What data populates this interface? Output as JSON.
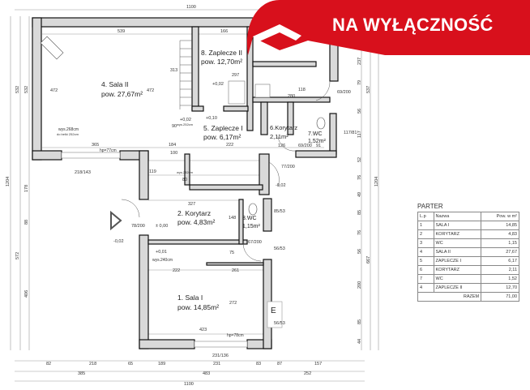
{
  "banner": {
    "label": "NA WYŁĄCZNOŚĆ",
    "color": "#d8101c"
  },
  "rooms": [
    {
      "name": "4. Sala II",
      "area": "pow. 27,67m²"
    },
    {
      "name": "8. Zaplecze II",
      "area": "pow. 12,70m²"
    },
    {
      "name": "5. Zaplecze I",
      "area": "pow. 6,17m²"
    },
    {
      "name": "6.Korytarz",
      "area": "2,11m²"
    },
    {
      "name": "7.WC",
      "area": "1,52m²"
    },
    {
      "name": "2. Korytarz",
      "area": "pow. 4,83m²"
    },
    {
      "name": "3.WC",
      "area": "1,15m²"
    },
    {
      "name": "1. Sala I",
      "area": "pow. 14,85m²"
    }
  ],
  "levels": [
    "+0,02",
    "+0,02",
    "+0,10",
    "-0,02",
    "± 0,00",
    "-0,02",
    "+0,01"
  ],
  "notes": [
    "wys.268cm",
    "do belki 252cm",
    "wys.252cm",
    "wys.252cm",
    "hp=77cm",
    "wys.240cm",
    "hp=78cm",
    "E"
  ],
  "dims_top": [
    "1100",
    "539",
    "166"
  ],
  "dims_inner": [
    "472",
    "472",
    "313",
    "297",
    "365",
    "184",
    "222",
    "280",
    "118",
    "126",
    "91",
    "327",
    "148",
    "222",
    "261",
    "423",
    "272",
    "75",
    "90",
    "100",
    "119",
    "80"
  ],
  "doors": [
    "69/200",
    "69/200",
    "77/200",
    "78/200",
    "67/200",
    "117/81",
    "85/53",
    "56/53",
    "56/53",
    "218/143",
    "231/136"
  ],
  "dims_bottom_row1": [
    "82",
    "218",
    "65",
    "189",
    "231",
    "83",
    "87",
    "157"
  ],
  "dims_bottom_row2": [
    "385",
    "483",
    "252"
  ],
  "dims_bottom_total": "1100",
  "dims_left": [
    "532",
    "532",
    "178",
    "88",
    "572",
    "406",
    "1204"
  ],
  "dims_right": [
    "237",
    "79",
    "56",
    "117",
    "52",
    "76",
    "49",
    "85",
    "76",
    "56",
    "200",
    "85",
    "44",
    "537",
    "667",
    "1204"
  ],
  "legend": {
    "title": "PARTER",
    "headers": [
      "L.p",
      "Nazwa",
      "Pow. w m²"
    ],
    "rows": [
      [
        "1",
        "SALA I",
        "14,85"
      ],
      [
        "2",
        "KORYTARZ",
        "4,83"
      ],
      [
        "3",
        "WC",
        "1,15"
      ],
      [
        "4",
        "SALA II",
        "27,67"
      ],
      [
        "5",
        "ZAPLECZE I",
        "6,17"
      ],
      [
        "6",
        "KORYTARZ",
        "2,11"
      ],
      [
        "7",
        "WC",
        "1,52"
      ],
      [
        "4",
        "ZAPLECZE II",
        "12,70"
      ]
    ],
    "total_label": "RAZEM",
    "total_value": "71,00"
  }
}
